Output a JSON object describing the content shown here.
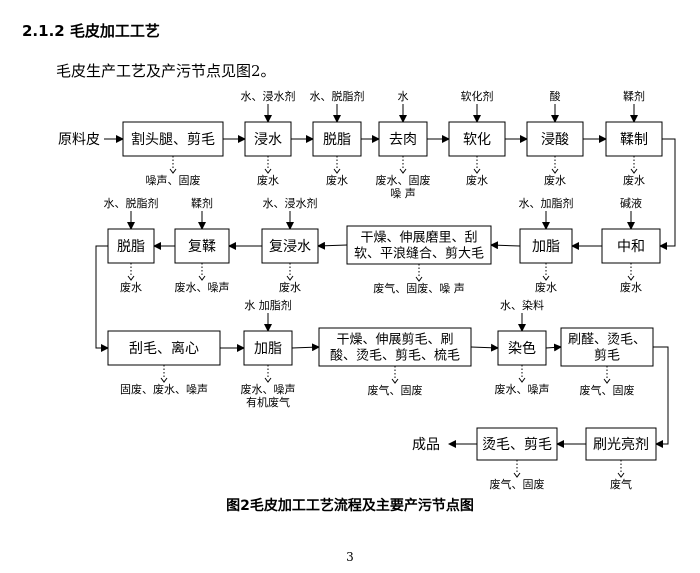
{
  "heading": "2.1.2  毛皮加工工艺",
  "intro": "毛皮生产工艺及产污节点见图2。",
  "caption": "图2毛皮加工工艺流程及主要产污节点图",
  "page_number": "3",
  "diagram": {
    "start": "原料皮",
    "end": "成品",
    "steps": [
      {
        "id": "s1",
        "lines": [
          "割头腿、剪毛"
        ],
        "input": "",
        "output": [
          "噪声、固废"
        ]
      },
      {
        "id": "s2",
        "lines": [
          "浸水"
        ],
        "input": "水、浸水剂",
        "output": [
          "废水"
        ]
      },
      {
        "id": "s3",
        "lines": [
          "脱脂"
        ],
        "input": "水、脱脂剂",
        "output": [
          "废水"
        ]
      },
      {
        "id": "s4",
        "lines": [
          "去肉"
        ],
        "input": "水",
        "output": [
          "废水、固废",
          "噪 声"
        ]
      },
      {
        "id": "s5",
        "lines": [
          "软化"
        ],
        "input": "软化剂",
        "output": [
          "废水"
        ]
      },
      {
        "id": "s6",
        "lines": [
          "浸酸"
        ],
        "input": "酸",
        "output": [
          "废水"
        ]
      },
      {
        "id": "s7",
        "lines": [
          "鞣制"
        ],
        "input": "鞣剂",
        "output": [
          "废水"
        ]
      },
      {
        "id": "s8",
        "lines": [
          "中和"
        ],
        "input": "碱液",
        "output": [
          "废水"
        ]
      },
      {
        "id": "s9",
        "lines": [
          "加脂"
        ],
        "input": "水、加脂剂",
        "output": [
          "废水"
        ]
      },
      {
        "id": "s10",
        "lines": [
          "干燥、伸展磨里、刮",
          "软、平浪缝合、剪大毛"
        ],
        "input": "",
        "output": [
          "废气、固废、噪 声"
        ]
      },
      {
        "id": "s11",
        "lines": [
          "复浸水"
        ],
        "input": "水、浸水剂",
        "output": [
          "废水"
        ]
      },
      {
        "id": "s12",
        "lines": [
          "复鞣"
        ],
        "input": "鞣剂",
        "output": [
          "废水、噪声"
        ]
      },
      {
        "id": "s13",
        "lines": [
          "脱脂"
        ],
        "input": "水、脱脂剂",
        "output": [
          "废水"
        ]
      },
      {
        "id": "s14",
        "lines": [
          "刮毛、离心"
        ],
        "input": "",
        "output": [
          "固废、废水、噪声"
        ]
      },
      {
        "id": "s15",
        "lines": [
          "加脂"
        ],
        "input": "水  加脂剂",
        "output": [
          "废水、噪声",
          "有机废气"
        ]
      },
      {
        "id": "s16",
        "lines": [
          "干燥、伸展剪毛、刷",
          "酸、烫毛、剪毛、梳毛"
        ],
        "input": "",
        "output": [
          "废气、固废"
        ]
      },
      {
        "id": "s17",
        "lines": [
          "染色"
        ],
        "input": "水、染料",
        "output": [
          "废水、噪声"
        ]
      },
      {
        "id": "s18",
        "lines": [
          "刷醛、烫毛、",
          "剪毛"
        ],
        "input": "",
        "output": [
          "废气、固废"
        ]
      },
      {
        "id": "s19",
        "lines": [
          "刷光亮剂"
        ],
        "input": "",
        "output": [
          "废气"
        ]
      },
      {
        "id": "s20",
        "lines": [
          "烫毛、剪毛"
        ],
        "input": "",
        "output": [
          "废气、固废"
        ]
      }
    ]
  }
}
